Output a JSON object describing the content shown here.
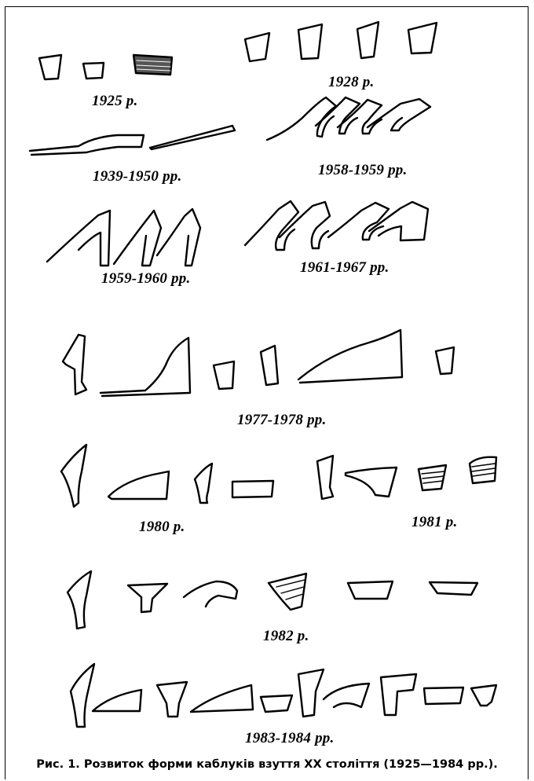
{
  "figure": {
    "caption": "Рис. 1. Розвиток форми каблуків взуття XX століття (1925—1984 рр.).",
    "groups": [
      {
        "id": "g1925",
        "label": "1925 р."
      },
      {
        "id": "g1928",
        "label": "1928 р."
      },
      {
        "id": "g1939",
        "label": "1939-1950 рр."
      },
      {
        "id": "g1958",
        "label": "1958-1959 рр."
      },
      {
        "id": "g1959",
        "label": "1959-1960 рр."
      },
      {
        "id": "g1961",
        "label": "1961-1967 рр."
      },
      {
        "id": "g1977",
        "label": "1977-1978 рр."
      },
      {
        "id": "g1980",
        "label": "1980 р."
      },
      {
        "id": "g1981",
        "label": "1981 р."
      },
      {
        "id": "g1982",
        "label": "1982 р."
      },
      {
        "id": "g1983",
        "label": "1983-1984 рр."
      }
    ]
  }
}
